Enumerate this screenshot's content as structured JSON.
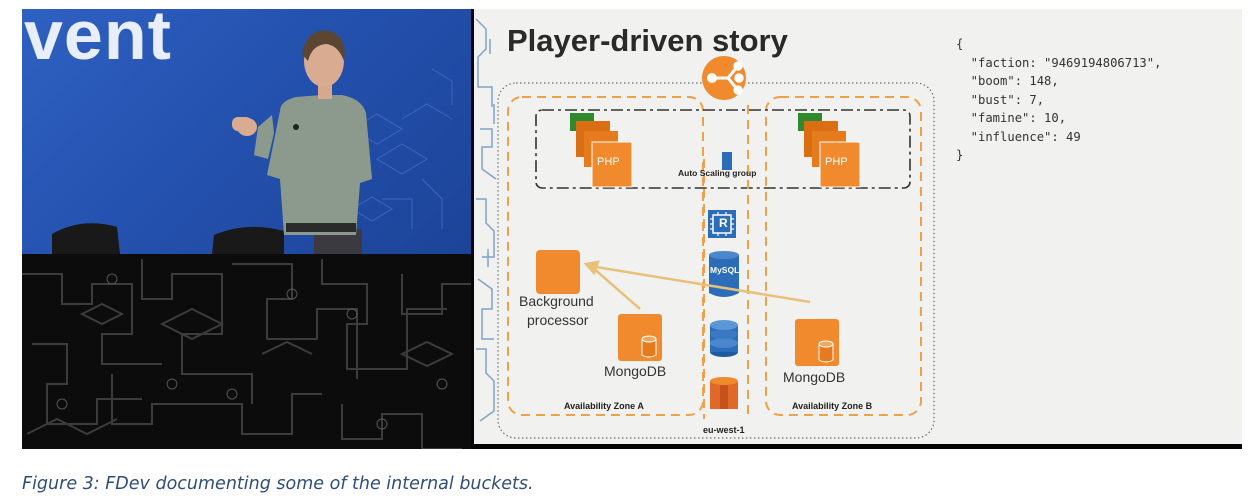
{
  "stage": {
    "logo_text": "vent"
  },
  "slide": {
    "title": "Player-driven story",
    "autoscaling_label": "Auto Scaling group",
    "php_label": "PHP",
    "mysql_label": "MySQL",
    "rds_icon_letter": "R",
    "background_processor_line1": "Background",
    "background_processor_line2": "processor",
    "mongodb_label": "MongoDB",
    "zone_a_label": "Availability Zone A",
    "zone_b_label": "Availability Zone B",
    "region_label": "eu-west-1",
    "json_text": "{\n  \"faction: \"9469194806713\",\n  \"boom\": 148,\n  \"bust\": 7,\n  \"famine\": 10,\n  \"influence\": 49\n}"
  },
  "caption": "Figure 3: FDev documenting some of the internal buckets.",
  "colors": {
    "aws_orange": "#f08a2c",
    "aws_blue": "#2b6db8",
    "caption_blue": "#2f4f78",
    "stage_blue": "#2553b1"
  }
}
